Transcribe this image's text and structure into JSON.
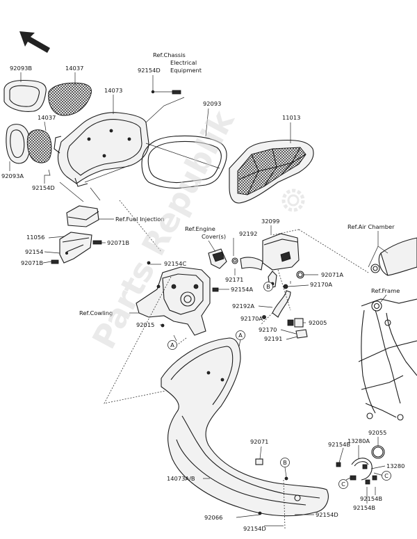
{
  "watermark": "Parts Republik",
  "labels": {
    "p92093B": "92093B",
    "p14037a": "14037",
    "p14073": "14073",
    "p14037b": "14037",
    "p92093A": "92093A",
    "p92154D_a": "92154D",
    "p92154D_ref": "92154D",
    "ref_chassis_1": "Ref.Chassis",
    "ref_chassis_2": "Electrical",
    "ref_chassis_3": "Equipment",
    "p92093": "92093",
    "p11013": "11013",
    "ref_fuel": "Ref.Fuel Injection",
    "p11056": "11056",
    "p92154": "92154",
    "p92071B_a": "92071B",
    "p92071B_b": "92071B",
    "ref_engine_1": "Ref.Engine",
    "ref_engine_2": "Cover(s)",
    "p92192": "92192",
    "p32099": "32099",
    "ref_air_chamber": "Ref.Air Chamber",
    "p92154C": "92154C",
    "p92171": "92171",
    "p92071A": "92071A",
    "p92154A": "92154A",
    "p92170A_a": "92170A",
    "ref_frame": "Ref.Frame",
    "p92192A": "92192A",
    "ref_cowling": "Ref.Cowling",
    "p92170A_b": "92170A",
    "p92005": "92005",
    "p92015": "92015",
    "p92170": "92170",
    "p92191": "92191",
    "p92055": "92055",
    "p13280A": "13280A",
    "p92154B_a": "92154B",
    "p92071": "92071",
    "p13280": "13280",
    "p14073AB": "14073A/B",
    "p92154B_b": "92154B",
    "p92154B_c": "92154B",
    "p92066": "92066",
    "p92154D_b": "92154D",
    "p92154D_c": "92154D",
    "mark_A1": "A",
    "mark_A2": "A",
    "mark_B1": "B",
    "mark_B2": "B",
    "mark_C1": "C",
    "mark_C2": "C"
  }
}
